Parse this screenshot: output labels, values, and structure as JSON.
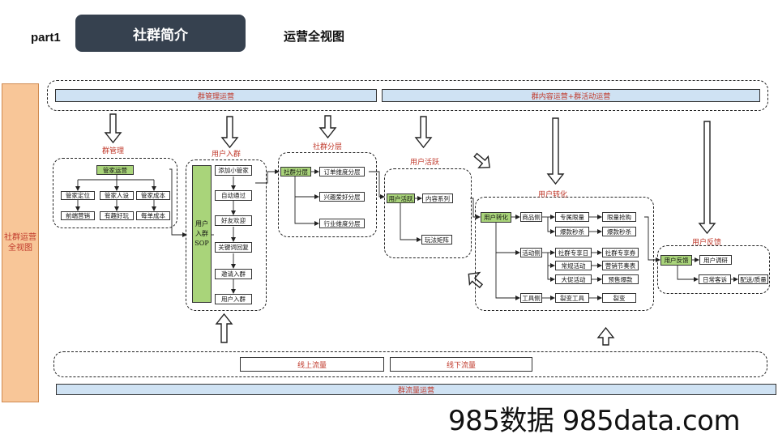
{
  "header": {
    "part_label": "part1",
    "title": "社群简介",
    "subtitle": "运营全视图"
  },
  "left_column": {
    "label_line1": "社群运营",
    "label_line2": "全视图"
  },
  "top_bars": {
    "left": "群管理运营",
    "right": "群内容运营+群活动运营"
  },
  "bottom": {
    "online": "线上流量",
    "offline": "线下流量",
    "bar": "群流量运营"
  },
  "sections": {
    "group_mgmt": {
      "title": "群管理",
      "root": "管家运营",
      "mid": [
        "管家定位",
        "管家人设",
        "管家成本"
      ],
      "leaves": [
        "前端营销",
        "有趣好玩",
        "每单成本"
      ]
    },
    "user_join": {
      "title": "用户入群",
      "sop": "用户入群SOP",
      "steps": [
        "添加小管家",
        "自动通过",
        "好友欢迎",
        "关键词回复",
        "邀请入群",
        "用户入群"
      ]
    },
    "segmentation": {
      "title": "社群分层",
      "root": "社群分层",
      "items": [
        "订单维度分层",
        "兴趣爱好分层",
        "行业维度分层"
      ]
    },
    "active": {
      "title": "用户活跃",
      "root": "用户活跃",
      "items": [
        "内容系列",
        "玩法矩阵"
      ]
    },
    "conversion": {
      "title": "用户转化",
      "root": "用户转化",
      "groups": [
        {
          "name": "商品侧",
          "items": [
            "专属限量",
            "爆款秒杀"
          ],
          "outs": [
            "限量抢购",
            "爆款秒杀"
          ]
        },
        {
          "name": "活动侧",
          "items": [
            "社群专享日",
            "常规活动",
            "大促活动"
          ],
          "outs": [
            "社群专享券",
            "营销节奏表",
            "预售爆款"
          ]
        },
        {
          "name": "工具侧",
          "items": [
            "裂变工具"
          ],
          "outs": [
            "裂变"
          ]
        }
      ]
    },
    "feedback": {
      "title": "用户反馈",
      "root": "用户反馈",
      "items": [
        "用户调研",
        "日常客诉",
        "配送/质量"
      ]
    }
  },
  "watermark": "985数据 985data.com"
}
